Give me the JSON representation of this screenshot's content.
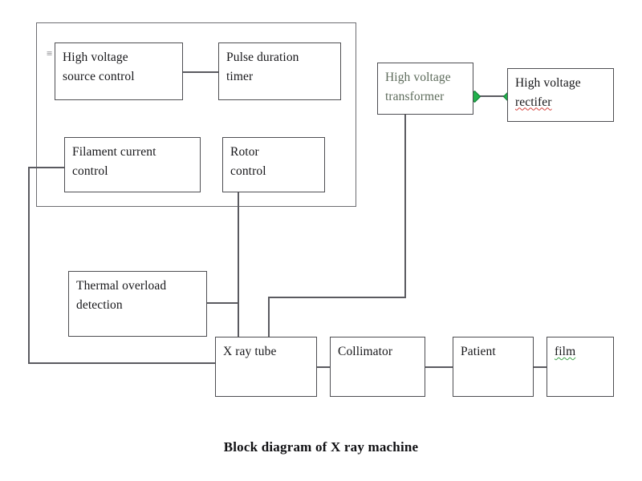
{
  "figure": {
    "caption": "Block diagram of X ray machine",
    "stray_mark": "≡"
  },
  "nodes": {
    "hv_source_control": "High voltage\nsource control",
    "pulse_duration_timer": "Pulse duration\ntimer",
    "filament_current_control": "Filament current\ncontrol",
    "rotor_control": "Rotor\ncontrol",
    "hv_transformer": "High voltage\ntransformer",
    "hv_rectifier_line1": "High voltage",
    "hv_rectifier_line2": "rectifer",
    "thermal_overload_detection": "Thermal overload\ndetection",
    "xray_tube": "X ray tube",
    "collimator": "Collimator",
    "patient": "Patient",
    "film": "film"
  },
  "colors": {
    "box_border": "#4e4e52",
    "container_border": "#6d6d72",
    "wire": "#5a5a60",
    "handle_green": "#22b14c",
    "transformer_ink": "#5d6b5b",
    "spellcheck_red": "#d6403a",
    "grammarcheck_green": "#3fa34a",
    "text": "#17171a",
    "background": "#ffffff"
  }
}
